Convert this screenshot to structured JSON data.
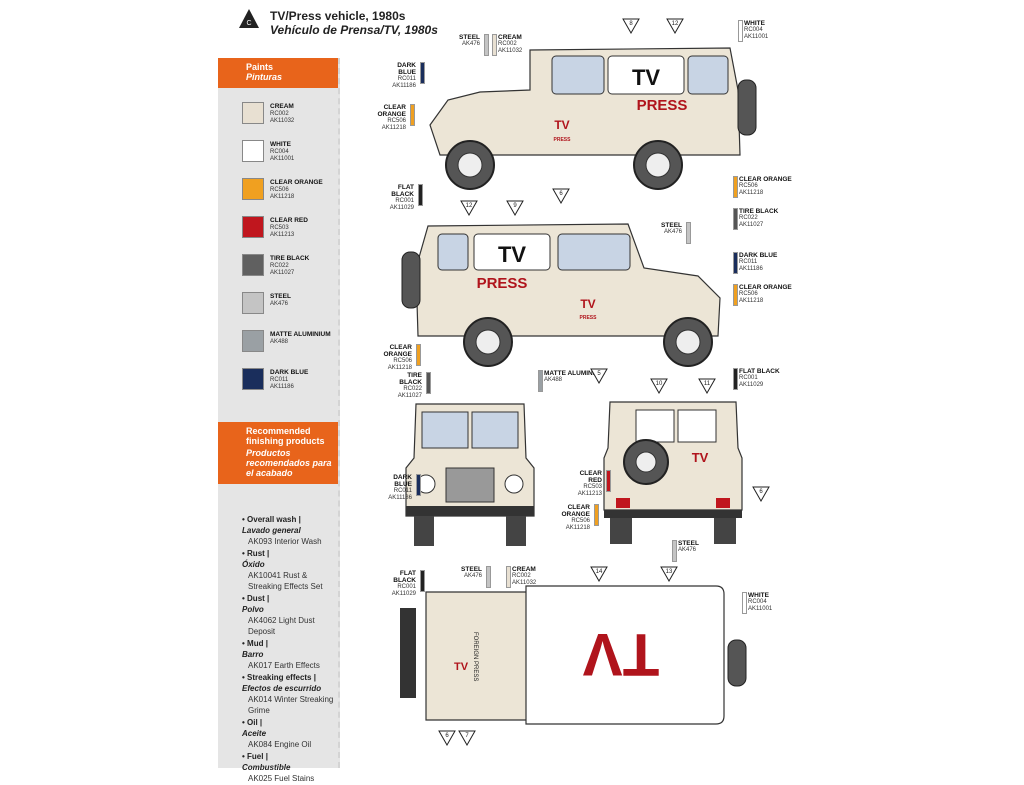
{
  "header": {
    "badge_letter": "C",
    "title": "TV/Press vehicle, 1980s",
    "subtitle": "Vehículo de Prensa/TV, 1980s"
  },
  "paints": {
    "heading": "Paints",
    "heading_es": "Pinturas",
    "items": [
      {
        "name": "CREAM",
        "code1": "RC002",
        "code2": "AK11032",
        "color": "#e8e0d2"
      },
      {
        "name": "WHITE",
        "code1": "RC004",
        "code2": "AK11001",
        "color": "#ffffff"
      },
      {
        "name": "CLEAR ORANGE",
        "code1": "RC506",
        "code2": "AK11218",
        "color": "#f0a020"
      },
      {
        "name": "CLEAR RED",
        "code1": "RC503",
        "code2": "AK11213",
        "color": "#c0161e"
      },
      {
        "name": "TIRE BLACK",
        "code1": "RC022",
        "code2": "AK11027",
        "color": "#606060"
      },
      {
        "name": "STEEL",
        "code1": "AK476",
        "code2": "",
        "color": "#c4c4c4"
      },
      {
        "name": "MATTE ALUMINIUM",
        "code1": "AK488",
        "code2": "",
        "color": "#9aa0a4"
      },
      {
        "name": "DARK BLUE",
        "code1": "RC011",
        "code2": "AK11186",
        "color": "#1a2e5c"
      }
    ]
  },
  "recommended": {
    "heading": "Recommended finishing products",
    "heading_es": "Productos recomendados para el acabado",
    "items": [
      {
        "label": "Overall wash |",
        "label_es": "Lavado general",
        "value": "AK093 Interior Wash"
      },
      {
        "label": "Rust |",
        "label_es": "Óxido",
        "value": "AK10041 Rust & Streaking Effects Set"
      },
      {
        "label": "Dust |",
        "label_es": "Polvo",
        "value": "AK4062 Light Dust Deposit"
      },
      {
        "label": "Mud |",
        "label_es": "Barro",
        "value": "AK017 Earth Effects"
      },
      {
        "label": "Streaking effects |",
        "label_es": "Efectos de escurrido",
        "value": "AK014 Winter Streaking Grime"
      },
      {
        "label": "Oil |",
        "label_es": "Aceite",
        "value": "AK084 Engine Oil"
      },
      {
        "label": "Fuel |",
        "label_es": "Combustible",
        "value": "AK025 Fuel Stains"
      }
    ]
  },
  "callouts": {
    "steel": {
      "name": "STEEL",
      "code1": "AK476",
      "code2": ""
    },
    "cream": {
      "name": "CREAM",
      "code1": "RC002",
      "code2": "AK11032"
    },
    "white": {
      "name": "WHITE",
      "code1": "RC004",
      "code2": "AK11001"
    },
    "dark_blue": {
      "name": "DARK BLUE",
      "code1": "RC011",
      "code2": "AK11186"
    },
    "clear_orange": {
      "name": "CLEAR ORANGE",
      "code1": "RC506",
      "code2": "AK11218"
    },
    "flat_black": {
      "name": "FLAT BLACK",
      "code1": "RC001",
      "code2": "AK11029"
    },
    "tire_black": {
      "name": "TIRE BLACK",
      "code1": "RC022",
      "code2": "AK11027"
    },
    "matte_aluminium": {
      "name": "MATTE ALUMINIUM",
      "code1": "AK488",
      "code2": ""
    },
    "clear_red": {
      "name": "CLEAR RED",
      "code1": "RC503",
      "code2": "AK11213"
    }
  },
  "markers": [
    "8",
    "12",
    "6",
    "12",
    "9",
    "5",
    "10",
    "11",
    "6",
    "14",
    "13",
    "6",
    "7"
  ],
  "vehicle_text": {
    "tv": "TV",
    "press": "PRESS",
    "foreign_press": "FOREIGN PRESS",
    "tv_reversed": "TV"
  }
}
